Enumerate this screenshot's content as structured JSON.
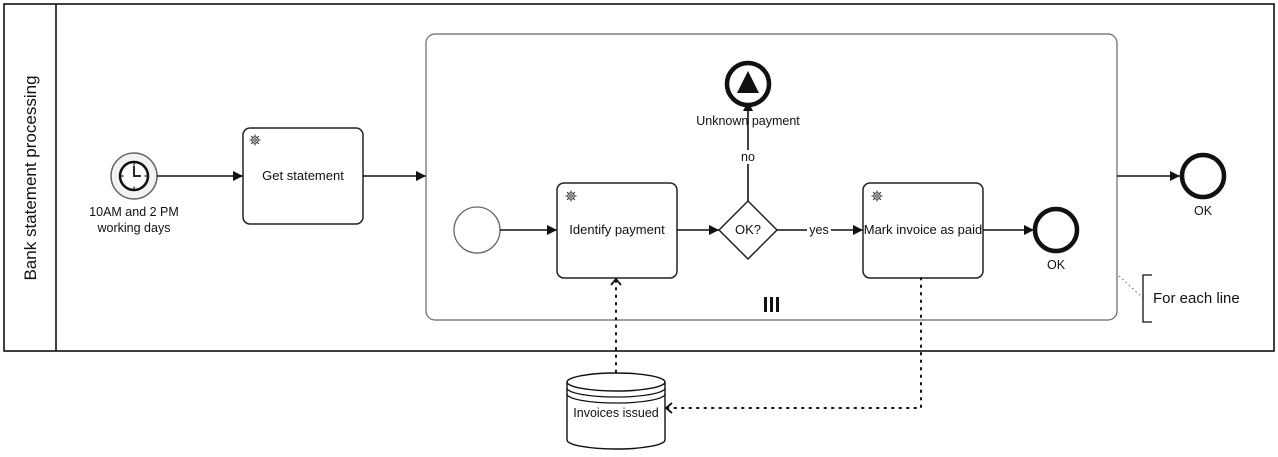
{
  "pool": {
    "label": "Bank statement processing"
  },
  "timer_start": {
    "label_line1": "10AM and 2 PM",
    "label_line2": "working days",
    "icon": "clock-icon"
  },
  "tasks": {
    "get_statement": "Get statement",
    "identify_payment": "Identify payment",
    "mark_invoice": "Mark invoice as paid"
  },
  "gateway": {
    "label": "OK?"
  },
  "flows": {
    "no_label": "no",
    "yes_label": "yes"
  },
  "events": {
    "unknown_payment": "Unknown payment",
    "inner_end": "OK",
    "outer_end": "OK"
  },
  "annotation": {
    "text": "For each line"
  },
  "data_store": {
    "label": "Invoices issued"
  },
  "subprocess": {
    "marker": "parallel-multi-instance",
    "marker_glyph": "III"
  }
}
